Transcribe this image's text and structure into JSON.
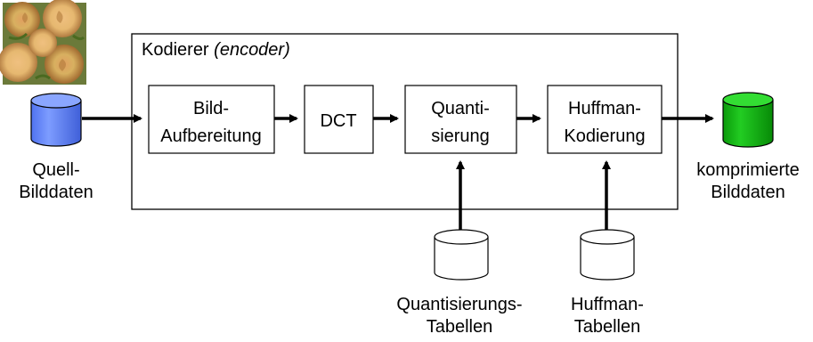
{
  "encoder": {
    "title_main": "Kodierer ",
    "title_italic": "(encoder)"
  },
  "blocks": {
    "bildaufbereitung": [
      "Bild-",
      "Aufbereitung"
    ],
    "dct": [
      "DCT"
    ],
    "quantisierung": [
      "Quanti-",
      "sierung"
    ],
    "huffman_kodierung": [
      "Huffman-",
      "Kodierung"
    ]
  },
  "source": {
    "label": [
      "Quell-",
      "Bilddaten"
    ],
    "color": "#6a8dff"
  },
  "output": {
    "label": [
      "komprimierte",
      "Bilddaten"
    ],
    "color": "#14b614"
  },
  "tables": {
    "quant": [
      "Quantisierungs-",
      "Tabellen"
    ],
    "huffman": [
      "Huffman-",
      "Tabellen"
    ]
  },
  "source_image": {
    "description_icon": "roses-photo-icon"
  }
}
